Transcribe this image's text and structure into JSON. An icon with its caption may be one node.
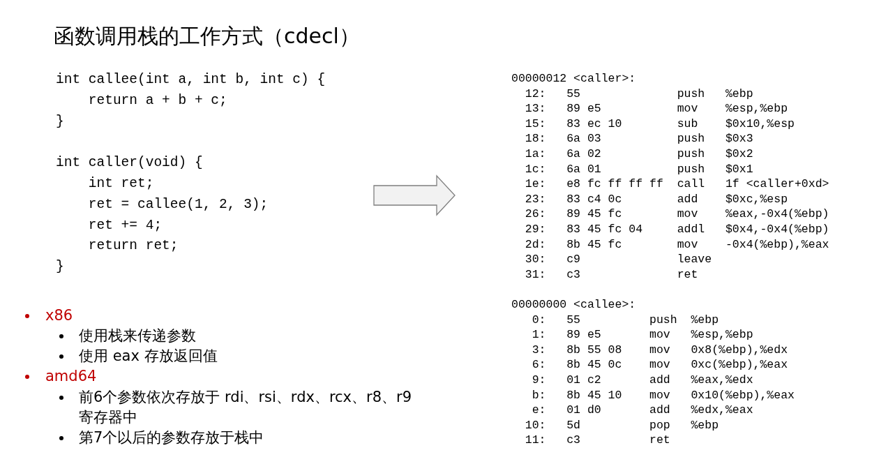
{
  "diagram": {
    "title": "函数调用栈的工作方式（cdecl）",
    "nodes": [
      {
        "text": [
          "int callee(int a, int b, int c) {",
          "    return a + b + c;",
          "}",
          "int caller(void) {",
          "    int ret;",
          "    ret = callee(1, 2, 3);",
          "    ret += 4;",
          "    return ret;",
          "}"
        ]
      },
      {
        "text": [
          "00000012 <caller>:",
          "  12:   55              push   %ebp",
          "  13:   89 e5           mov    %esp,%ebp",
          "  15:   83 ec 10        sub    $0x10,%esp",
          "  18:   6a 03           push   $0x3",
          "  1a:   6a 02           push   $0x2",
          "  1c:   6a 01           push   $0x1",
          "  1e:   e8 fc ff ff ff  call   1f <caller+0xd>",
          "  23:   83 c4 0c        add    $0xc,%esp",
          "  26:   89 45 fc        mov    %eax,-0x4(%ebp)",
          "  29:   83 45 fc 04     addl   $0x4,-0x4(%ebp)",
          "  2d:   8b 45 fc        mov    -0x4(%ebp),%eax",
          "  30:   c9              leave",
          "  31:   c3              ret",
          "00000000 <callee>:",
          "   0:   55          push  %ebp",
          "   1:   89 e5       mov   %esp,%ebp",
          "   3:   8b 55 08    mov   0x8(%ebp),%edx",
          "   6:   8b 45 0c    mov   0xc(%ebp),%eax",
          "   9:   01 c2       add   %eax,%edx",
          "   b:   8b 45 10    mov   0x10(%ebp),%eax",
          "   e:   01 d0       add   %edx,%eax",
          "  10:   5d          pop   %ebp",
          "  11:   c3          ret"
        ]
      }
    ],
    "edges": [
      {
        "from": 0,
        "to": 1,
        "arrow": "to"
      }
    ],
    "labels": [
      "x86",
      "使用栈来传递参数",
      "使用 eax 存放返回值",
      "amd64",
      "前6个参数依次存放于 rdi、rsi、rdx、rcx、r8、r9 寄存器中",
      "第7个以后的参数存放于栈中"
    ]
  }
}
